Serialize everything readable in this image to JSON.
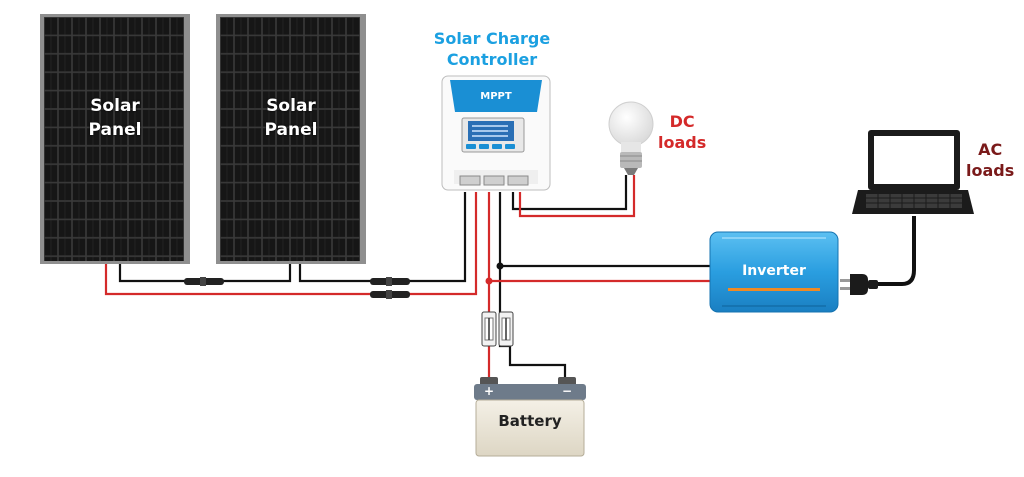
{
  "labels": {
    "panel_1": [
      "Solar",
      "Panel"
    ],
    "panel_2": [
      "Solar",
      "Panel"
    ],
    "controller": [
      "Solar Charge",
      "Controller"
    ],
    "mppt": "MPPT",
    "dc_loads": [
      "DC",
      "loads"
    ],
    "ac_loads": [
      "AC",
      "loads"
    ],
    "inverter": "Inverter",
    "battery": "Battery",
    "battery_plus": "+",
    "battery_minus": "−"
  },
  "colors": {
    "controller_label": "#1ba0e1",
    "load_label": "#d42a2a",
    "ac_load_label": "#7a1a1a",
    "positive_wire": "#d42a2a",
    "negative_wire": "#111111",
    "inverter_body": "#2a9ee0",
    "battery_body": "#ece7da",
    "panel_cell": "#1c1c1c"
  },
  "icons": {
    "bulb": "light-bulb-icon",
    "laptop": "laptop-icon",
    "plug": "plug-icon",
    "fuse": "fuse-icon",
    "connector": "mc4-connector-icon"
  }
}
